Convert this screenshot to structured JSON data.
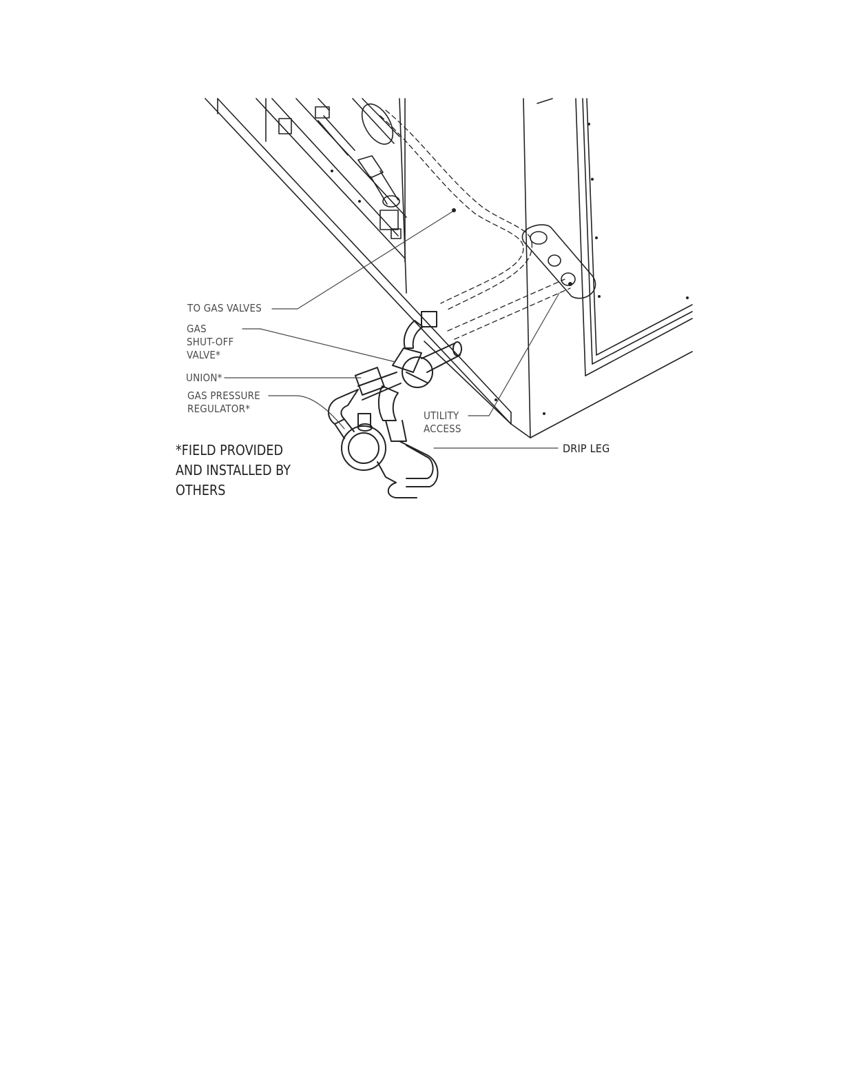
{
  "labels": {
    "to_gas_valves": "TO GAS VALVES",
    "gas_shutoff_valve": [
      "GAS",
      "SHUT-OFF",
      "VALVE*"
    ],
    "union": "UNION*",
    "gas_pressure_regulator": [
      "GAS PRESSURE",
      "REGULATOR*"
    ],
    "utility_access": [
      "UTILITY",
      "ACCESS"
    ],
    "drip_leg": "DRIP LEG"
  },
  "note": [
    "*FIELD PROVIDED",
    "AND INSTALLED BY",
    "OTHERS"
  ]
}
